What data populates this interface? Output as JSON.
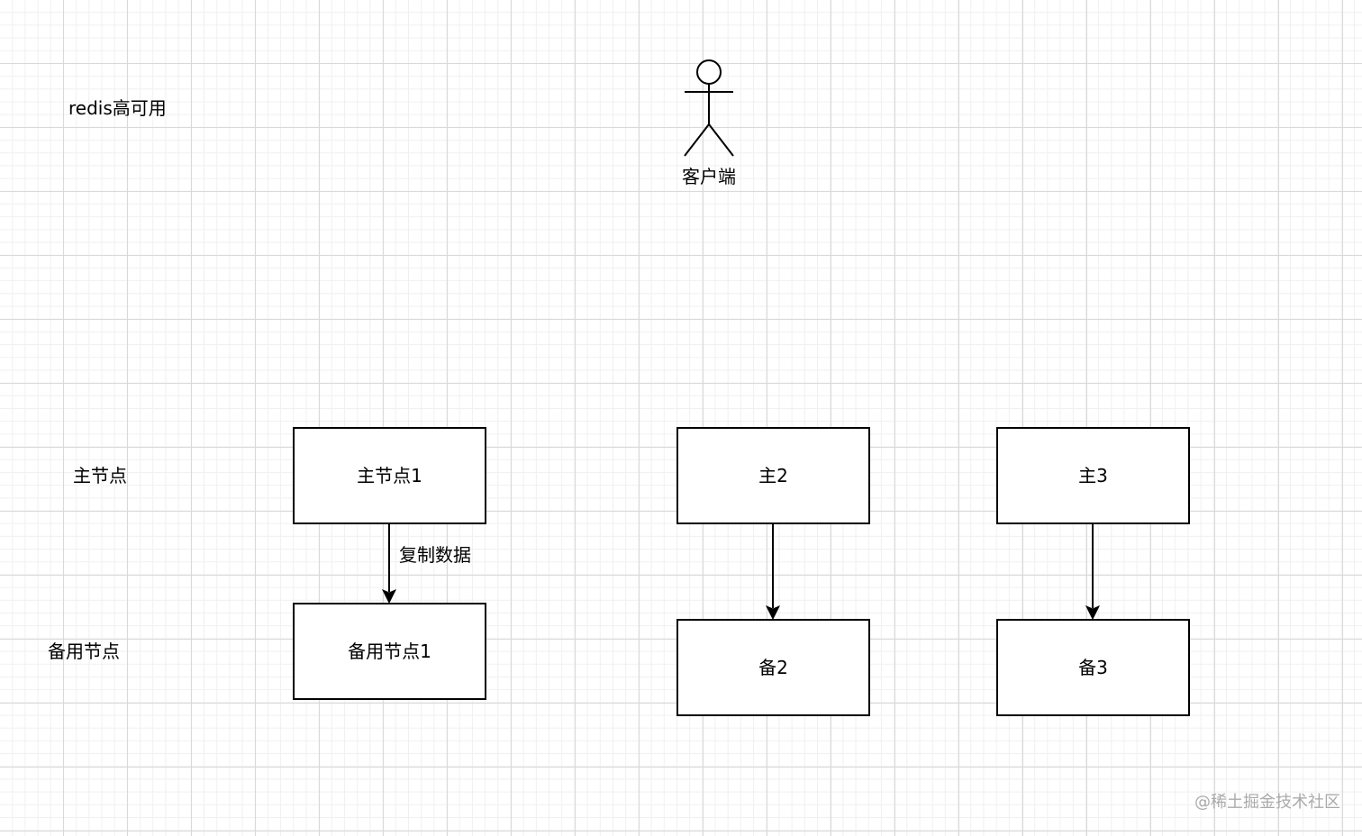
{
  "diagram": {
    "title": "redis高可用",
    "client": {
      "label": "客户端"
    },
    "row_labels": {
      "primary": "主节点",
      "backup": "备用节点"
    },
    "nodes": {
      "primary_1": "主节点1",
      "backup_1": "备用节点1",
      "primary_2": "主2",
      "backup_2": "备2",
      "primary_3": "主3",
      "backup_3": "备3"
    },
    "edges": [
      {
        "from": "primary_1",
        "to": "backup_1",
        "label": "复制数据"
      },
      {
        "from": "primary_2",
        "to": "backup_2",
        "label": ""
      },
      {
        "from": "primary_3",
        "to": "backup_3",
        "label": ""
      }
    ],
    "watermark": "@稀土掘金技术社区"
  }
}
